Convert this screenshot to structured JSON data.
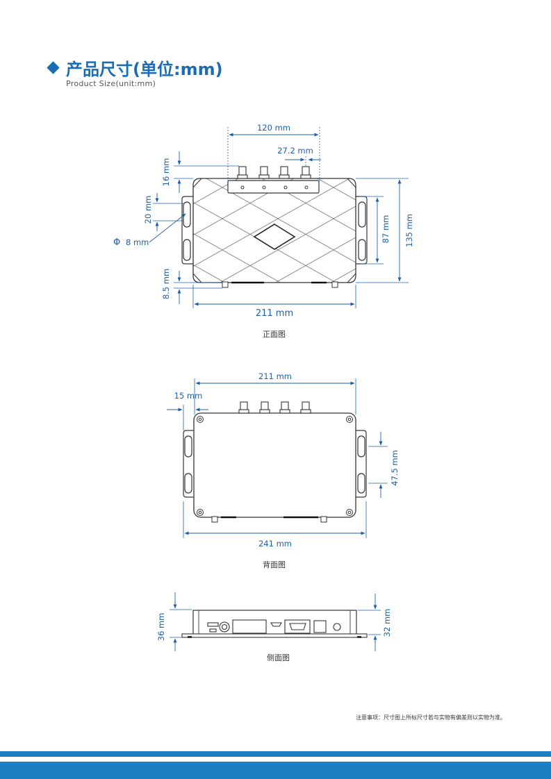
{
  "header": {
    "title": "产品尺寸(单位:mm)",
    "subtitle": "Product Size(unit:mm)"
  },
  "front_view": {
    "caption": "正面图",
    "dims": {
      "antenna_span": "120 mm",
      "antenna_pitch": "27.2 mm",
      "connector_height": "16 mm",
      "mount_hole": "20 mm",
      "hole_diameter": "8 mm",
      "phi_symbol": "Φ",
      "bottom_offset": "8.5 mm",
      "width": "211 mm",
      "inner_height": "87 mm",
      "total_height": "135 mm"
    }
  },
  "back_view": {
    "caption": "背面图",
    "dims": {
      "width": "211 mm",
      "flange": "15 mm",
      "slot_spacing": "47.5 mm",
      "total_width": "241 mm"
    }
  },
  "side_view": {
    "caption": "侧面图",
    "dims": {
      "total_height": "36 mm",
      "body_height": "32 mm"
    }
  },
  "footer": {
    "note": "注意事项：尺寸图上所标尺寸若与实物有偏差则以实物为准。"
  },
  "colors": {
    "accent": "#1a6db4",
    "dimension": "#1e5fa8",
    "band": "#1b7fc4"
  }
}
